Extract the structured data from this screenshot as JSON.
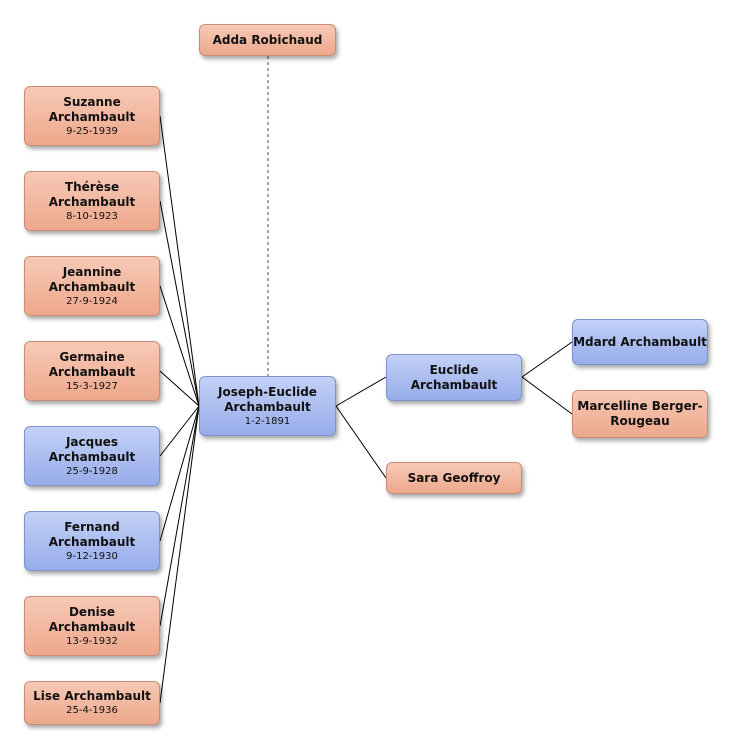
{
  "colors": {
    "female_box": "#eda88c",
    "male_box": "#97acea",
    "line": "#000000",
    "spouse_line": "#888888"
  },
  "nodes": {
    "adda": {
      "name": "Adda Robichaud",
      "date": ""
    },
    "suzanne": {
      "name": "Suzanne Archambault",
      "date": "9-25-1939"
    },
    "therese": {
      "name": "Thérèse Archambault",
      "date": "8-10-1923"
    },
    "jeannine": {
      "name": "Jeannine Archambault",
      "date": "27-9-1924"
    },
    "germaine": {
      "name": "Germaine Archambault",
      "date": "15-3-1927"
    },
    "jacques": {
      "name": "Jacques Archambault",
      "date": "25-9-1928"
    },
    "fernand": {
      "name": "Fernand Archambault",
      "date": "9-12-1930"
    },
    "denise": {
      "name": "Denise Archambault",
      "date": "13-9-1932"
    },
    "lise": {
      "name": "Lise Archambault",
      "date": "25-4-1936"
    },
    "joseph": {
      "name": "Joseph-Euclide Archambault",
      "date": "1-2-1891"
    },
    "euclide": {
      "name": "Euclide Archambault",
      "date": ""
    },
    "sara": {
      "name": "Sara Geoffroy",
      "date": ""
    },
    "mdard": {
      "name": "Mdard Archambault",
      "date": ""
    },
    "marcelline": {
      "name": "Marcelline Berger-Rougeau",
      "date": ""
    }
  }
}
